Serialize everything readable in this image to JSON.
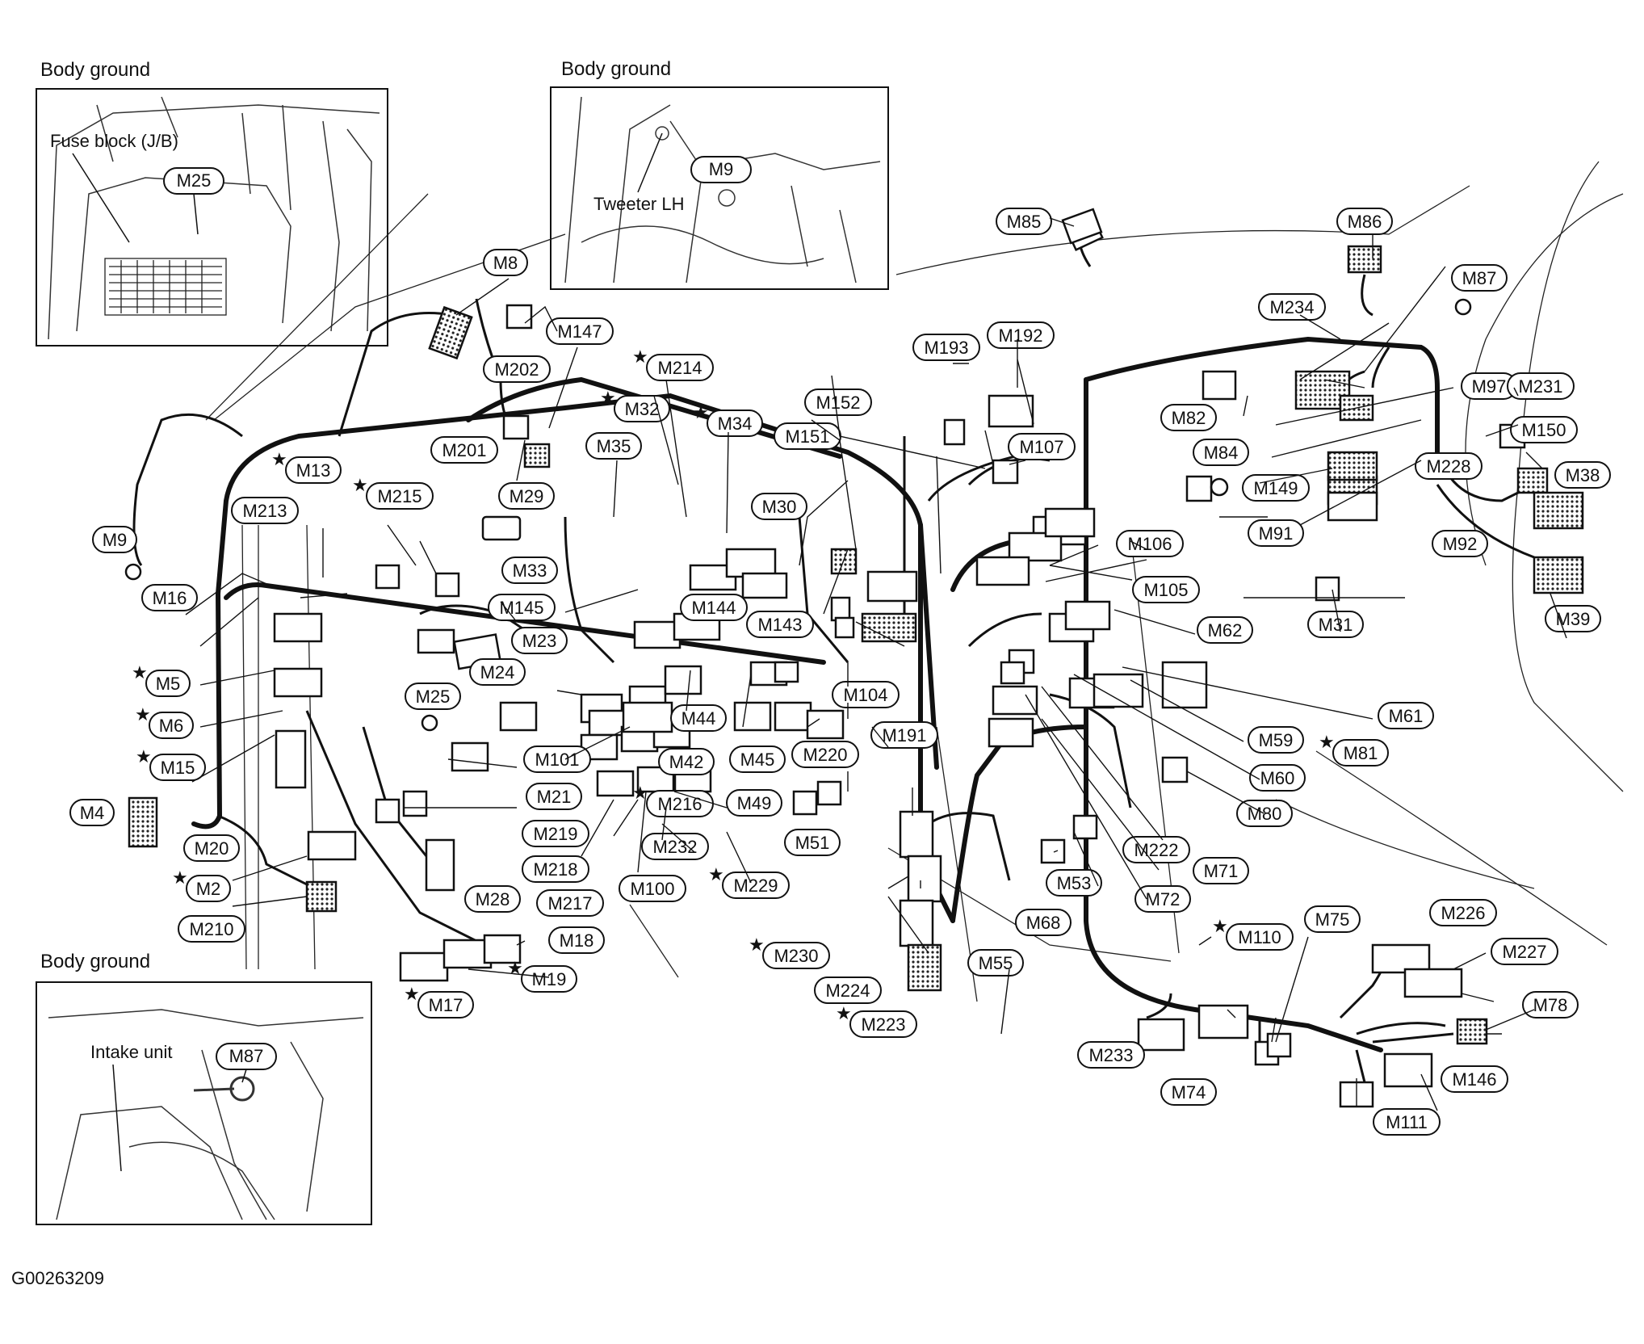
{
  "figure_id": "G00263209",
  "insets": [
    {
      "title": "Body ground",
      "callouts": [
        "Fuse block (J/B)"
      ],
      "connector": "M25"
    },
    {
      "title": "Body ground",
      "callouts": [
        "Tweeter LH"
      ],
      "connector": "M9"
    },
    {
      "title": "Body ground",
      "callouts": [
        "Intake unit"
      ],
      "connector": "M87"
    }
  ],
  "star_symbol": "★",
  "connectors": [
    {
      "id": "M8"
    },
    {
      "id": "M147"
    },
    {
      "id": "M202"
    },
    {
      "id": "M214",
      "star": true
    },
    {
      "id": "M32",
      "star": true
    },
    {
      "id": "M34",
      "star": true
    },
    {
      "id": "M35"
    },
    {
      "id": "M201"
    },
    {
      "id": "M13",
      "star": true
    },
    {
      "id": "M215",
      "star": true
    },
    {
      "id": "M29"
    },
    {
      "id": "M213"
    },
    {
      "id": "M9"
    },
    {
      "id": "M16"
    },
    {
      "id": "M33"
    },
    {
      "id": "M145"
    },
    {
      "id": "M23"
    },
    {
      "id": "M24"
    },
    {
      "id": "M25"
    },
    {
      "id": "M5",
      "star": true
    },
    {
      "id": "M6",
      "star": true
    },
    {
      "id": "M15",
      "star": true
    },
    {
      "id": "M4"
    },
    {
      "id": "M20"
    },
    {
      "id": "M2",
      "star": true
    },
    {
      "id": "M210"
    },
    {
      "id": "M101"
    },
    {
      "id": "M21"
    },
    {
      "id": "M28"
    },
    {
      "id": "M18"
    },
    {
      "id": "M19",
      "star": true
    },
    {
      "id": "M17",
      "star": true
    },
    {
      "id": "M219"
    },
    {
      "id": "M218"
    },
    {
      "id": "M217"
    },
    {
      "id": "M232"
    },
    {
      "id": "M216",
      "star": true
    },
    {
      "id": "M100"
    },
    {
      "id": "M42"
    },
    {
      "id": "M44"
    },
    {
      "id": "M144"
    },
    {
      "id": "M143"
    },
    {
      "id": "M45"
    },
    {
      "id": "M220"
    },
    {
      "id": "M49"
    },
    {
      "id": "M51"
    },
    {
      "id": "M229",
      "star": true
    },
    {
      "id": "M230",
      "star": true
    },
    {
      "id": "M224"
    },
    {
      "id": "M223",
      "star": true
    },
    {
      "id": "M30"
    },
    {
      "id": "M151"
    },
    {
      "id": "M152"
    },
    {
      "id": "M104"
    },
    {
      "id": "M191"
    },
    {
      "id": "M193"
    },
    {
      "id": "M192"
    },
    {
      "id": "M107"
    },
    {
      "id": "M85"
    },
    {
      "id": "M86"
    },
    {
      "id": "M87"
    },
    {
      "id": "M234"
    },
    {
      "id": "M82"
    },
    {
      "id": "M84"
    },
    {
      "id": "M97"
    },
    {
      "id": "M149"
    },
    {
      "id": "M228"
    },
    {
      "id": "M91"
    },
    {
      "id": "M92"
    },
    {
      "id": "M231"
    },
    {
      "id": "M150"
    },
    {
      "id": "M38"
    },
    {
      "id": "M39"
    },
    {
      "id": "M31"
    },
    {
      "id": "M106"
    },
    {
      "id": "M105"
    },
    {
      "id": "M62"
    },
    {
      "id": "M61"
    },
    {
      "id": "M59"
    },
    {
      "id": "M81",
      "star": true
    },
    {
      "id": "M60"
    },
    {
      "id": "M80"
    },
    {
      "id": "M222"
    },
    {
      "id": "M71"
    },
    {
      "id": "M53"
    },
    {
      "id": "M72"
    },
    {
      "id": "M68"
    },
    {
      "id": "M55"
    },
    {
      "id": "M110",
      "star": true
    },
    {
      "id": "M75"
    },
    {
      "id": "M226"
    },
    {
      "id": "M227"
    },
    {
      "id": "M78"
    },
    {
      "id": "M233"
    },
    {
      "id": "M74"
    },
    {
      "id": "M146"
    },
    {
      "id": "M111"
    }
  ]
}
